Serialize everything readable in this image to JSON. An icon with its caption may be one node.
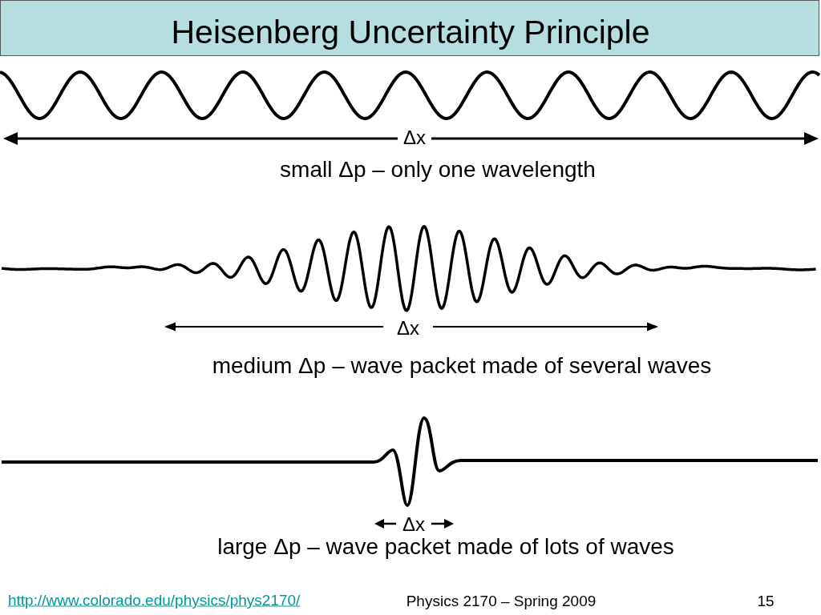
{
  "diagram": {
    "title": "Heisenberg Uncertainty Principle",
    "labels": [
      "Δx",
      "small Δp – only one wavelength",
      "Δx",
      "medium Δp – wave packet made of several waves",
      "Δx",
      "large Δp – wave packet made of lots of waves",
      "http://www.colorado.edu/physics/phys2170/",
      "Physics 2170 – Spring 2009",
      "15"
    ]
  }
}
